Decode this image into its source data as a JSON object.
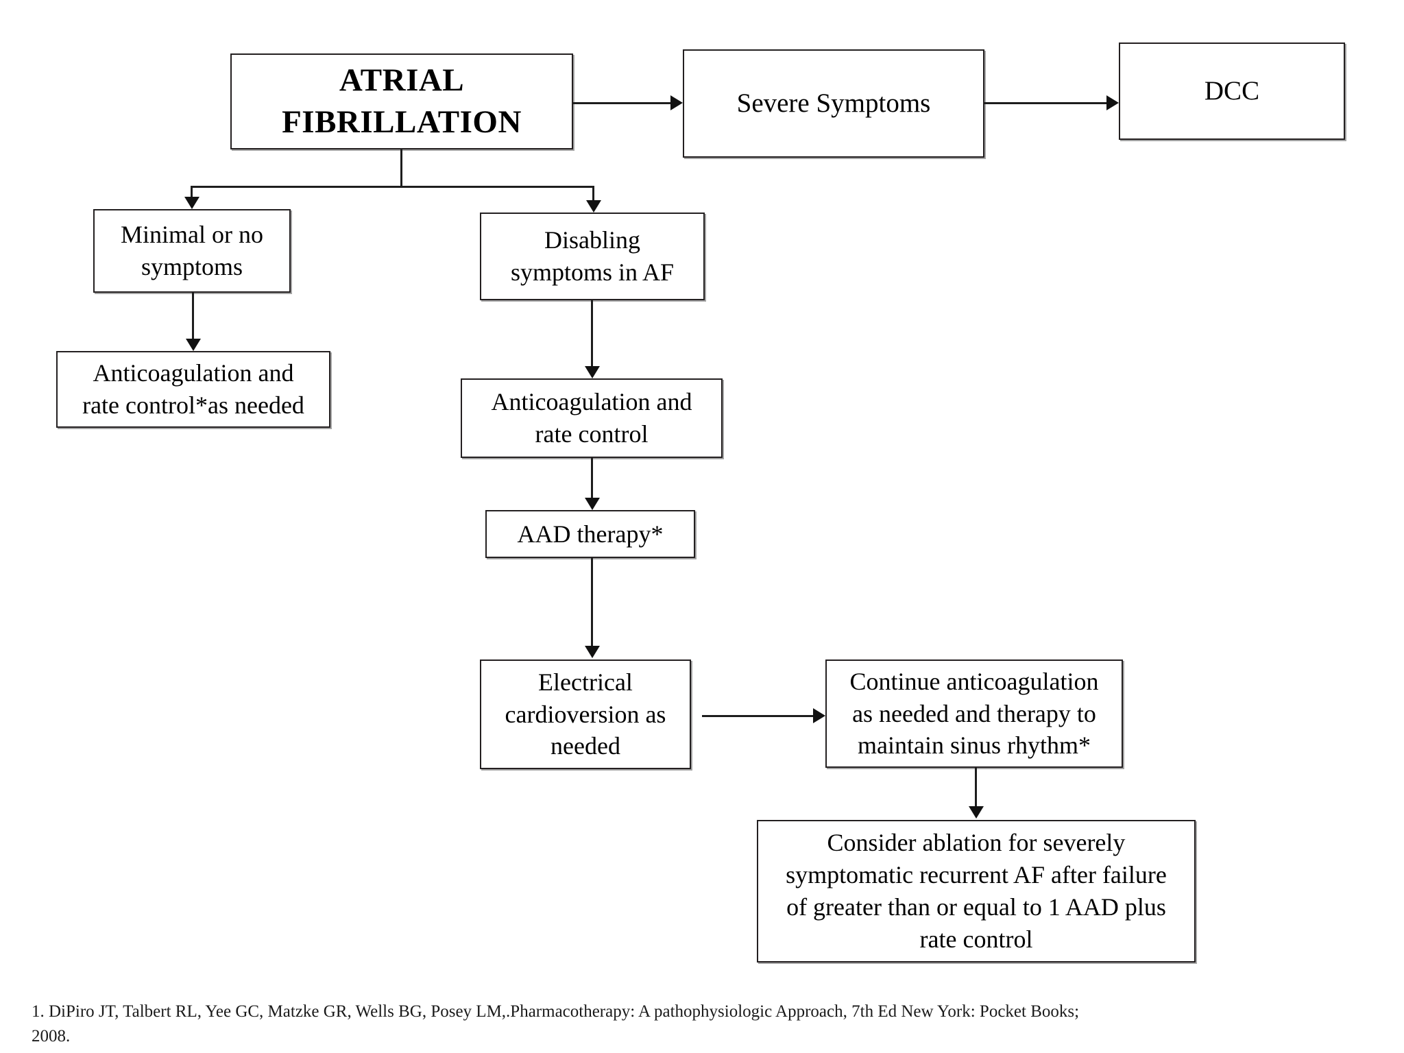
{
  "diagram": {
    "title_node": "ATRIAL\nFIBRILLATION",
    "nodes": [
      {
        "id": "af",
        "label": "ATRIAL\nFIBRILLATION"
      },
      {
        "id": "severe",
        "label": "Severe Symptoms"
      },
      {
        "id": "dcc",
        "label": "DCC"
      },
      {
        "id": "minimal",
        "label": "Minimal or no\nsymptoms"
      },
      {
        "id": "anticoag1",
        "label": "Anticoagulation and\nrate control*as needed"
      },
      {
        "id": "disabling",
        "label": "Disabling\nsymptoms in AF"
      },
      {
        "id": "anticoag2",
        "label": "Anticoagulation and\nrate control"
      },
      {
        "id": "aad",
        "label": "AAD therapy*"
      },
      {
        "id": "ecv",
        "label": "Electrical\ncardioversion as\nneeded"
      },
      {
        "id": "continue",
        "label": "Continue anticoagulation\nas needed and therapy to\nmaintain sinus rhythm*"
      },
      {
        "id": "ablation",
        "label": "Consider ablation for severely\nsymptomatic recurrent AF after failure\nof  greater than or equal to 1 AAD plus\nrate control"
      }
    ],
    "edges": [
      {
        "from": "af",
        "to": "severe",
        "direction": "right"
      },
      {
        "from": "severe",
        "to": "dcc",
        "direction": "right"
      },
      {
        "from": "af",
        "to": "minimal",
        "direction": "down"
      },
      {
        "from": "af",
        "to": "disabling",
        "direction": "down"
      },
      {
        "from": "minimal",
        "to": "anticoag1",
        "direction": "down"
      },
      {
        "from": "disabling",
        "to": "anticoag2",
        "direction": "down"
      },
      {
        "from": "anticoag2",
        "to": "aad",
        "direction": "down"
      },
      {
        "from": "aad",
        "to": "ecv",
        "direction": "down"
      },
      {
        "from": "ecv",
        "to": "continue",
        "direction": "right"
      },
      {
        "from": "continue",
        "to": "ablation",
        "direction": "down"
      }
    ],
    "colors": {
      "line": "#1d1d1d",
      "border": "#231f20",
      "background": "#ffffff",
      "text": "#000000"
    }
  },
  "footnote": {
    "text": "1. DiPiro JT, Talbert RL, Yee GC, Matzke GR, Wells BG, Posey LM,.Pharmacotherapy: A pathophysiologic Approach, 7th Ed New York: Pocket Books; 2008."
  }
}
